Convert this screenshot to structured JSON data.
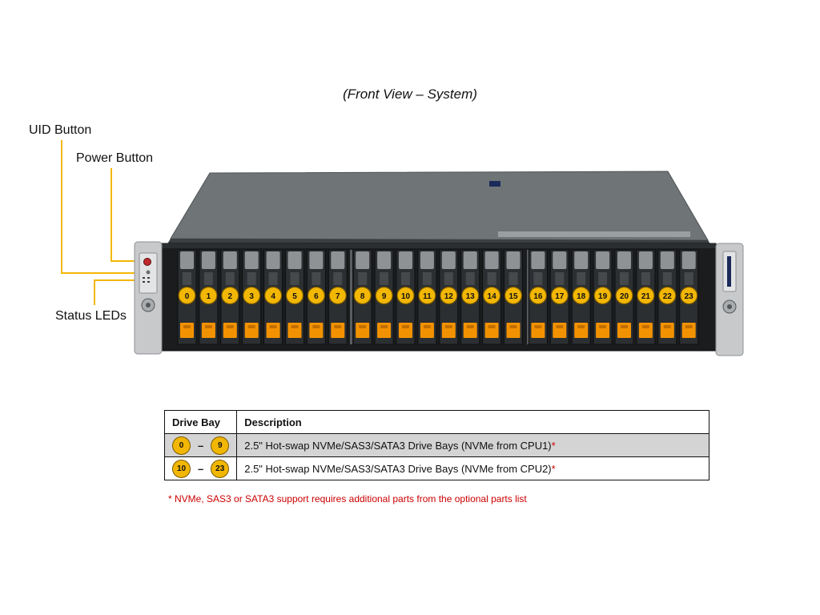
{
  "title": "(Front View – System)",
  "callouts": {
    "uid_button": "UID Button",
    "power_button": "Power Button",
    "status_leds": "Status LEDs"
  },
  "colors": {
    "bay_badge": "#f2b705",
    "latch": "#f39200",
    "note_red": "#cc0000",
    "callout_line": "#f2b705"
  },
  "bays": [
    "0",
    "1",
    "2",
    "3",
    "4",
    "5",
    "6",
    "7",
    "8",
    "9",
    "10",
    "11",
    "12",
    "13",
    "14",
    "15",
    "16",
    "17",
    "18",
    "19",
    "20",
    "21",
    "22",
    "23"
  ],
  "table": {
    "headers": {
      "drive_bay": "Drive Bay",
      "description": "Description"
    },
    "rows": [
      {
        "from": "0",
        "dash": "–",
        "to": "9",
        "description": "2.5\" Hot-swap NVMe/SAS3/SATA3 Drive Bays (NVMe from CPU1)",
        "star": "*"
      },
      {
        "from": "10",
        "dash": "–",
        "to": "23",
        "description": "2.5\" Hot-swap NVMe/SAS3/SATA3 Drive Bays (NVMe from CPU2)",
        "star": "*"
      }
    ]
  },
  "footnote": "* NVMe, SAS3 or SATA3 support requires additional parts from the optional parts list"
}
